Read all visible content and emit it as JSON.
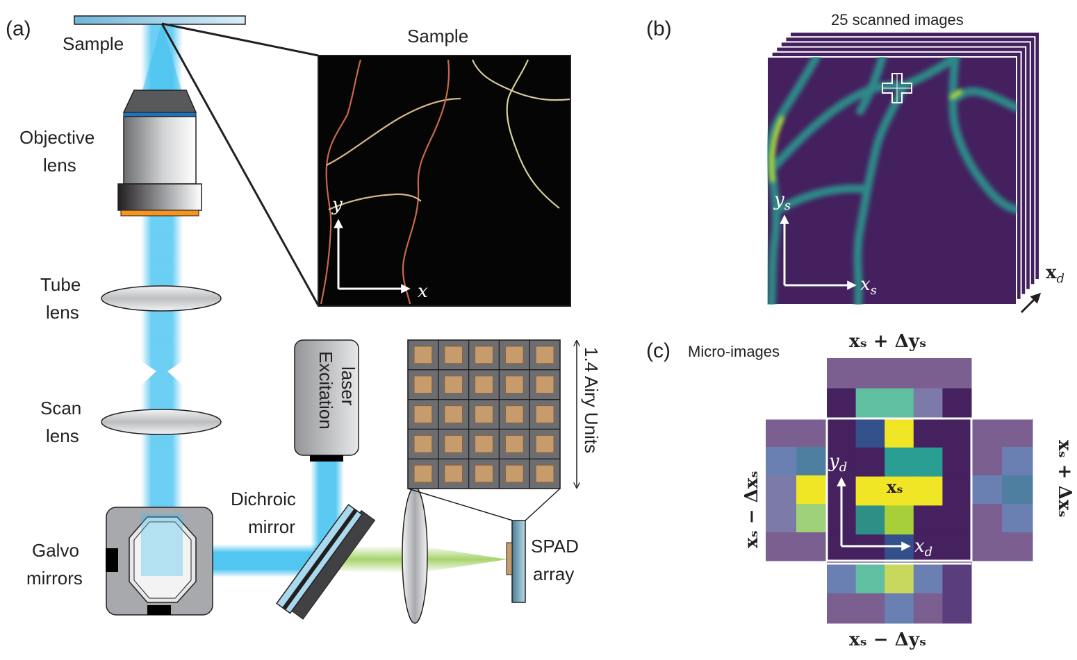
{
  "panel_a": {
    "label": "(a)",
    "sample_label": "Sample",
    "inset_title": "Sample",
    "objective_label": [
      "Objective",
      "lens"
    ],
    "tube_label": [
      "Tube",
      "lens"
    ],
    "scan_label": [
      "Scan",
      "lens"
    ],
    "galvo_label": [
      "Galvo",
      "mirrors"
    ],
    "dichroic_label": [
      "Dichroic",
      "mirror"
    ],
    "laser_label": [
      "Excitation",
      "laser"
    ],
    "spad_label": [
      "SPAD",
      "array"
    ],
    "airy_label": "1.4 Airy Units",
    "axis_x": "x",
    "axis_y": "y",
    "colors": {
      "beam": "#3ec0ef",
      "emission": "#8cc63f",
      "pixel": "#c69c6d",
      "pixel_bg": "#6d6e71"
    }
  },
  "panel_b": {
    "label": "(b)",
    "title": "25 scanned images",
    "axis_x": "x",
    "axis_x_sub": "s",
    "axis_y": "y",
    "axis_y_sub": "s",
    "stack_axis": "x",
    "stack_axis_sub": "d",
    "colors": {
      "background": "#44205f",
      "fiber": "#2a9c8f",
      "bright": "#d8e61d"
    }
  },
  "panel_c": {
    "label": "(c)",
    "title": "Micro-images",
    "top_label": "xₛ + Δyₛ",
    "bottom_label": "xₛ − Δyₛ",
    "left_label": "xₛ − Δxₛ",
    "right_label": "xₛ + Δxₛ",
    "center_label": "xₛ",
    "axis_x": "x",
    "axis_x_sub": "d",
    "axis_y": "y",
    "axis_y_sub": "d"
  }
}
